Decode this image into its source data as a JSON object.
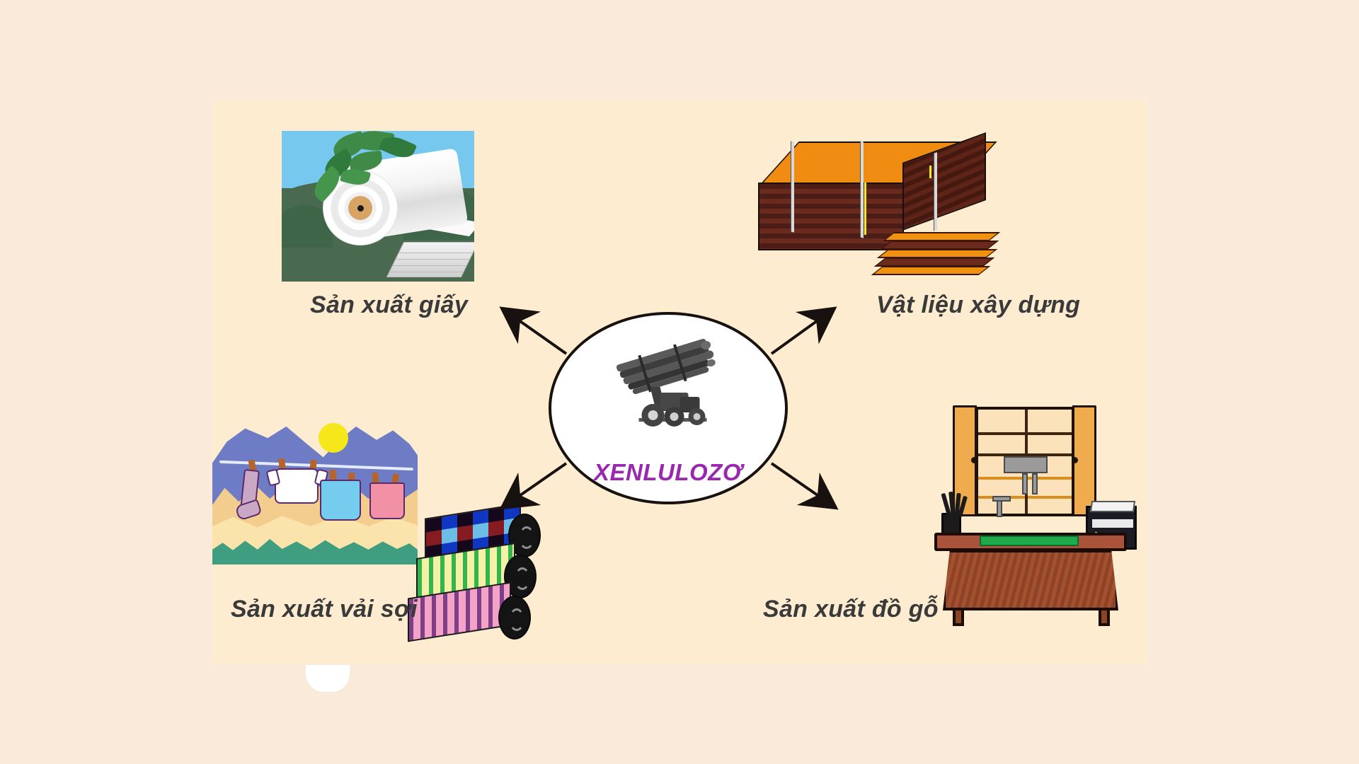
{
  "diagram": {
    "title_center": "XENLULOZƠ",
    "center_image": "logging-truck-photo",
    "background_color": "#faeada",
    "panel_color": "#fdeccf",
    "accent_color": "#9b27b0",
    "nodes": [
      {
        "id": "paper",
        "label": "Sản xuất giấy",
        "position": "top-left",
        "image": "paper-roll-illustration"
      },
      {
        "id": "construction",
        "label": "Vật liệu xây dựng",
        "position": "top-right",
        "image": "lumber-stack-illustration"
      },
      {
        "id": "textile",
        "label": "Sản xuất vải sợi",
        "position": "bottom-left",
        "image": "clothesline-and-fabric-rolls-illustration"
      },
      {
        "id": "furniture",
        "label": "Sản xuất đồ gỗ",
        "position": "bottom-right",
        "image": "desk-and-cabinet-illustration"
      }
    ],
    "arrows": [
      {
        "id": "arrow-to-paper",
        "from": "center",
        "to": "paper",
        "direction": "up-left"
      },
      {
        "id": "arrow-to-construction",
        "from": "center",
        "to": "construction",
        "direction": "up-right"
      },
      {
        "id": "arrow-to-textile",
        "from": "center",
        "to": "textile",
        "direction": "down-left"
      },
      {
        "id": "arrow-to-furniture",
        "from": "center",
        "to": "furniture",
        "direction": "down-right"
      }
    ]
  }
}
